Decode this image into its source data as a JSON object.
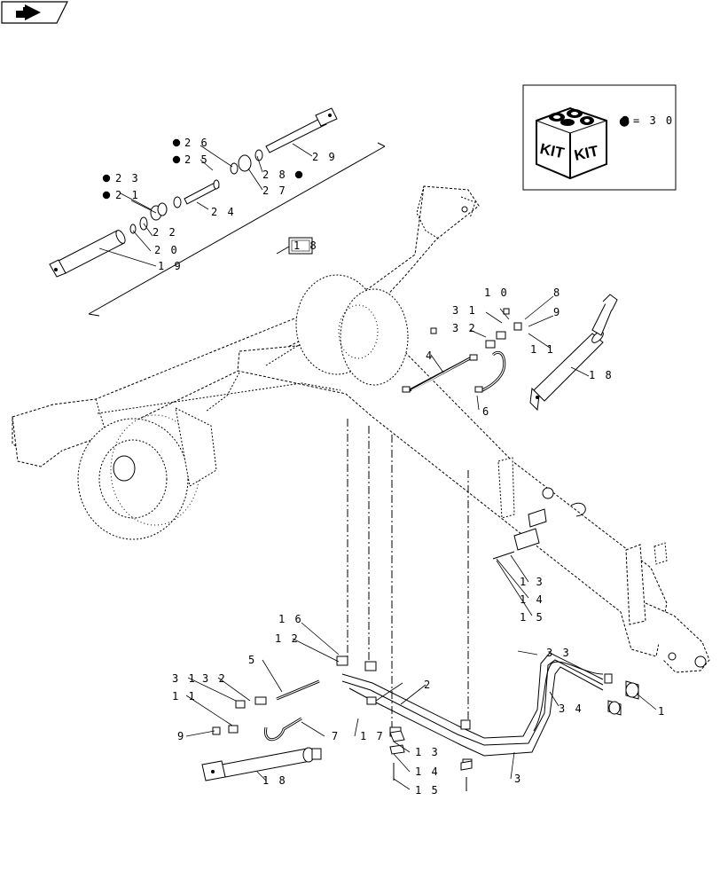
{
  "nav": {
    "icon": "return-arrow-icon"
  },
  "kit": {
    "box_text_left": "KIT",
    "box_text_right": "KIT",
    "marker": "●",
    "ref": "= 3 0"
  },
  "group_box": {
    "ref": "1 8"
  },
  "callouts": {
    "c1": "1",
    "c2": "2",
    "c3": "3",
    "c4": "4",
    "c5": "5",
    "c6": "6",
    "c7": "7",
    "c8": "8",
    "c9_upper": "9",
    "c9_lower": "9",
    "c10": "1 0",
    "c11_upper": "1 1",
    "c11_lower": "1 1",
    "c12": "1 2",
    "c13_upper": "1 3",
    "c13_lower": "1 3",
    "c14_upper": "1 4",
    "c14_lower": "1 4",
    "c15_upper": "1 5",
    "c15_lower": "1 5",
    "c16": "1 6",
    "c17": "1 7",
    "c18_upper": "1 8",
    "c18_lower": "1 8",
    "c19": "1 9",
    "c20": "2 0",
    "c21": "2 1",
    "c22": "2 2",
    "c23": "2 3",
    "c24": "2 4",
    "c25": "2 5",
    "c26": "2 6",
    "c27": "2 7",
    "c28": "2 8",
    "c29": "2 9",
    "c31_upper": "3 1",
    "c31_lower": "3 1",
    "c32_upper": "3 2",
    "c32_lower": "3 2",
    "c33": "3 3",
    "c34": "3 4"
  }
}
